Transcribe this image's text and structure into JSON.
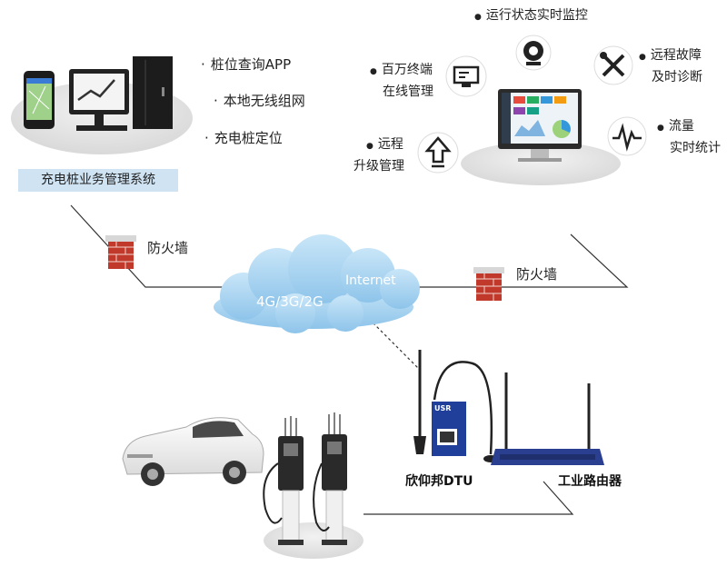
{
  "system": {
    "banner": "充电桩业务管理系统",
    "features": [
      {
        "bullet": "·",
        "text": "桩位查询APP"
      },
      {
        "bullet": "·",
        "text": "本地无线组网"
      },
      {
        "bullet": "·",
        "text": "充电桩定位"
      }
    ]
  },
  "monitor_features": {
    "run_status": {
      "bullet": "●",
      "line1": "运行状态实时监控"
    },
    "terminals": {
      "bullet": "●",
      "line1": "百万终端",
      "line2": "在线管理"
    },
    "fault": {
      "bullet": "●",
      "line1": "远程故障",
      "line2": "及时诊断"
    },
    "upgrade": {
      "bullet": "●",
      "line1": "远程",
      "line2": "升级管理"
    },
    "flow": {
      "bullet": "●",
      "line1": "流量",
      "line2": "实时统计"
    }
  },
  "network": {
    "firewall_left": "防火墙",
    "firewall_right": "防火墙",
    "cloud_internet": "Internet",
    "cloud_mobile": "4G/3G/2G"
  },
  "devices": {
    "dtu": "欣仰邦DTU",
    "router": "工业路由器",
    "dtu_brand": "USR"
  },
  "colors": {
    "cloud": "#a9d3ef",
    "banner": "#cfe3f3",
    "brick": "#c0392b",
    "dtu_blue": "#1f3f9a",
    "router_blue": "#2a3f8f"
  }
}
